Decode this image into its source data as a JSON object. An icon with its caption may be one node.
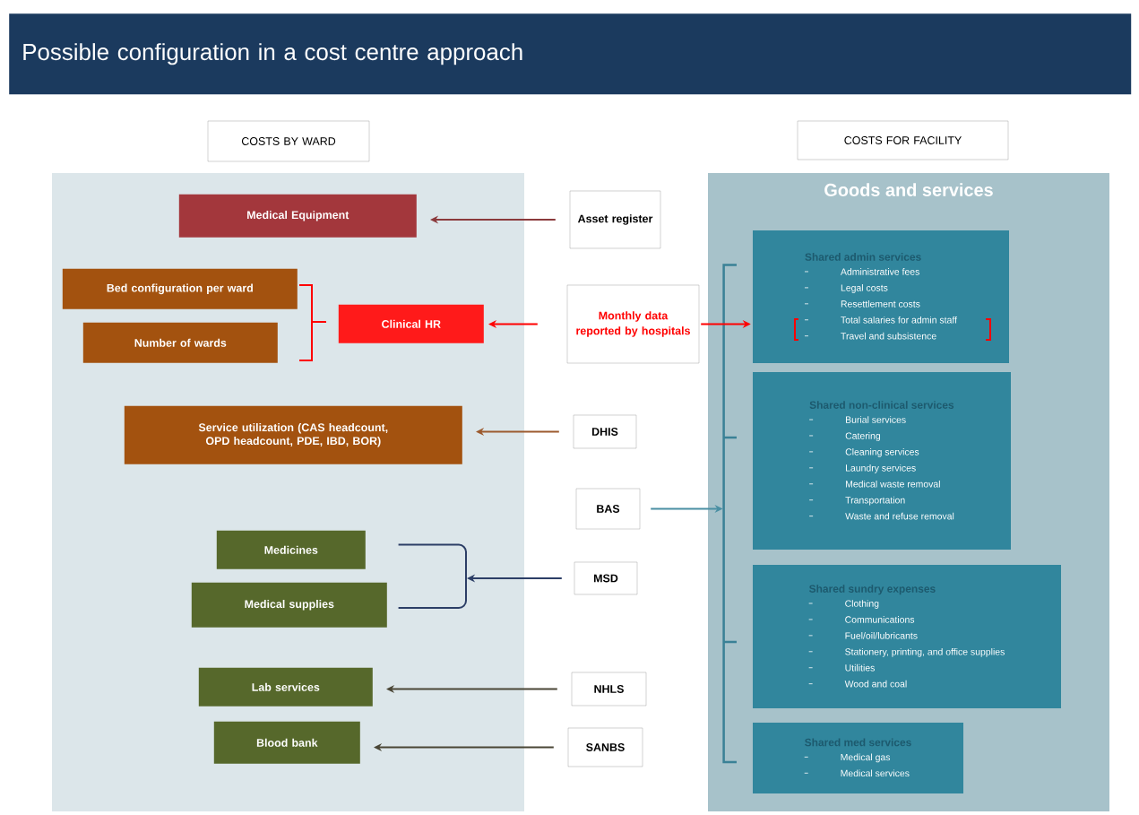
{
  "diagram": {
    "title": "Possible configuration in a cost centre approach",
    "nodes": [
      {
        "text": [
          "COSTS BY WARD"
        ]
      },
      {
        "text": [
          "COSTS FOR FACILITY"
        ]
      },
      {
        "text": [],
        "shape": "box"
      },
      {
        "text": [
          "Goods and services"
        ]
      },
      {
        "text": [
          "Medical Equipment"
        ],
        "in": 2
      },
      {
        "text": [
          "Bed configuration per ward"
        ],
        "in": 2
      },
      {
        "text": [
          "Number of wards"
        ],
        "in": 2
      },
      {
        "text": [
          "Clinical HR"
        ],
        "in": 2
      },
      {
        "text": [
          "Service utilization (CAS headcount, OPD headcount, PDE, IBD, BOR)"
        ],
        "in": 2
      },
      {
        "text": [
          "Medicines"
        ],
        "in": 2
      },
      {
        "text": [
          "Medical supplies"
        ],
        "in": 2
      },
      {
        "text": [
          "Lab services"
        ],
        "in": 2
      },
      {
        "text": [
          "Blood bank"
        ],
        "in": 2
      },
      {
        "text": [
          "Asset register"
        ]
      },
      {
        "text": [
          "Monthly data reported by hospitals"
        ]
      },
      {
        "text": [
          "DHIS"
        ]
      },
      {
        "text": [
          "BAS"
        ]
      },
      {
        "text": [
          "MSD"
        ]
      },
      {
        "text": [
          "NHLS"
        ]
      },
      {
        "text": [
          "SANBS"
        ]
      },
      {
        "text": [
          "Shared admin services",
          "Administrative fees",
          "Legal costs",
          "Resettlement costs",
          "Total salaries for admin staff",
          "Travel and subsistence"
        ],
        "in": 3
      },
      {
        "text": [
          "Shared non-clinical services",
          "Burial services",
          "Catering",
          "Cleaning services",
          "Laundry services",
          "Medical waste removal",
          "Transportation",
          "Waste and refuse removal"
        ],
        "in": 3
      },
      {
        "text": [
          "Shared sundry expenses",
          "Clothing",
          "Communications",
          "Fuel/oil/lubricants",
          "Stationery, printing, and office supplies",
          "Utilities",
          "Wood and coal"
        ],
        "in": 3
      },
      {
        "text": [
          "Shared med services",
          "Medical gas",
          "Medical services"
        ],
        "in": 3
      },
      {
        "text": [],
        "shape": "bracket",
        "in": 2
      },
      {
        "text": [],
        "shape": "bracket",
        "in": 3
      }
    ],
    "edges": [
      {
        "from": 13,
        "to": 4,
        "arrow": "to",
        "color": "#8b3a3c"
      },
      {
        "from": 14,
        "to": 7,
        "arrow": "to",
        "color": "#ff0000"
      },
      {
        "from": 14,
        "to": 20,
        "arrow": "to",
        "color": "#ff0000"
      },
      {
        "from": 15,
        "to": 8,
        "arrow": "to",
        "color": "#9c5a2e"
      },
      {
        "from": 16,
        "to": 25,
        "arrow": "to",
        "color": "#4a8fa3"
      },
      {
        "from": 17,
        "to": 24,
        "arrow": "to",
        "color": "#2c3e66"
      },
      {
        "from": 18,
        "to": 11,
        "arrow": "to",
        "color": "#4a4636"
      },
      {
        "from": 19,
        "to": 12,
        "arrow": "to",
        "color": "#4a4636"
      }
    ]
  }
}
